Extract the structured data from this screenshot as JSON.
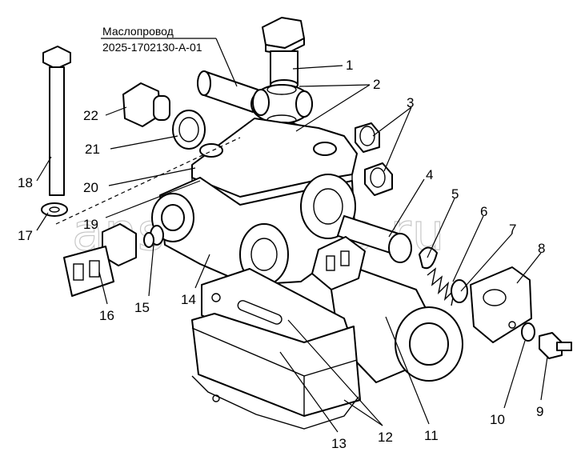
{
  "caption": {
    "line1": "Маслопровод",
    "line2": "2025-1702130-А-01"
  },
  "watermark": "ansat-parts.ru",
  "callouts": [
    {
      "id": "1",
      "label": "1"
    },
    {
      "id": "2",
      "label": "2"
    },
    {
      "id": "3",
      "label": "3"
    },
    {
      "id": "4",
      "label": "4"
    },
    {
      "id": "5",
      "label": "5"
    },
    {
      "id": "6",
      "label": "6"
    },
    {
      "id": "7",
      "label": "7"
    },
    {
      "id": "8",
      "label": "8"
    },
    {
      "id": "9",
      "label": "9"
    },
    {
      "id": "10",
      "label": "10"
    },
    {
      "id": "11",
      "label": "11"
    },
    {
      "id": "12",
      "label": "12"
    },
    {
      "id": "13",
      "label": "13"
    },
    {
      "id": "14",
      "label": "14"
    },
    {
      "id": "15",
      "label": "15"
    },
    {
      "id": "16",
      "label": "16"
    },
    {
      "id": "17",
      "label": "17"
    },
    {
      "id": "18",
      "label": "18"
    },
    {
      "id": "19",
      "label": "19"
    },
    {
      "id": "20",
      "label": "20"
    },
    {
      "id": "21",
      "label": "21"
    },
    {
      "id": "22",
      "label": "22"
    }
  ]
}
